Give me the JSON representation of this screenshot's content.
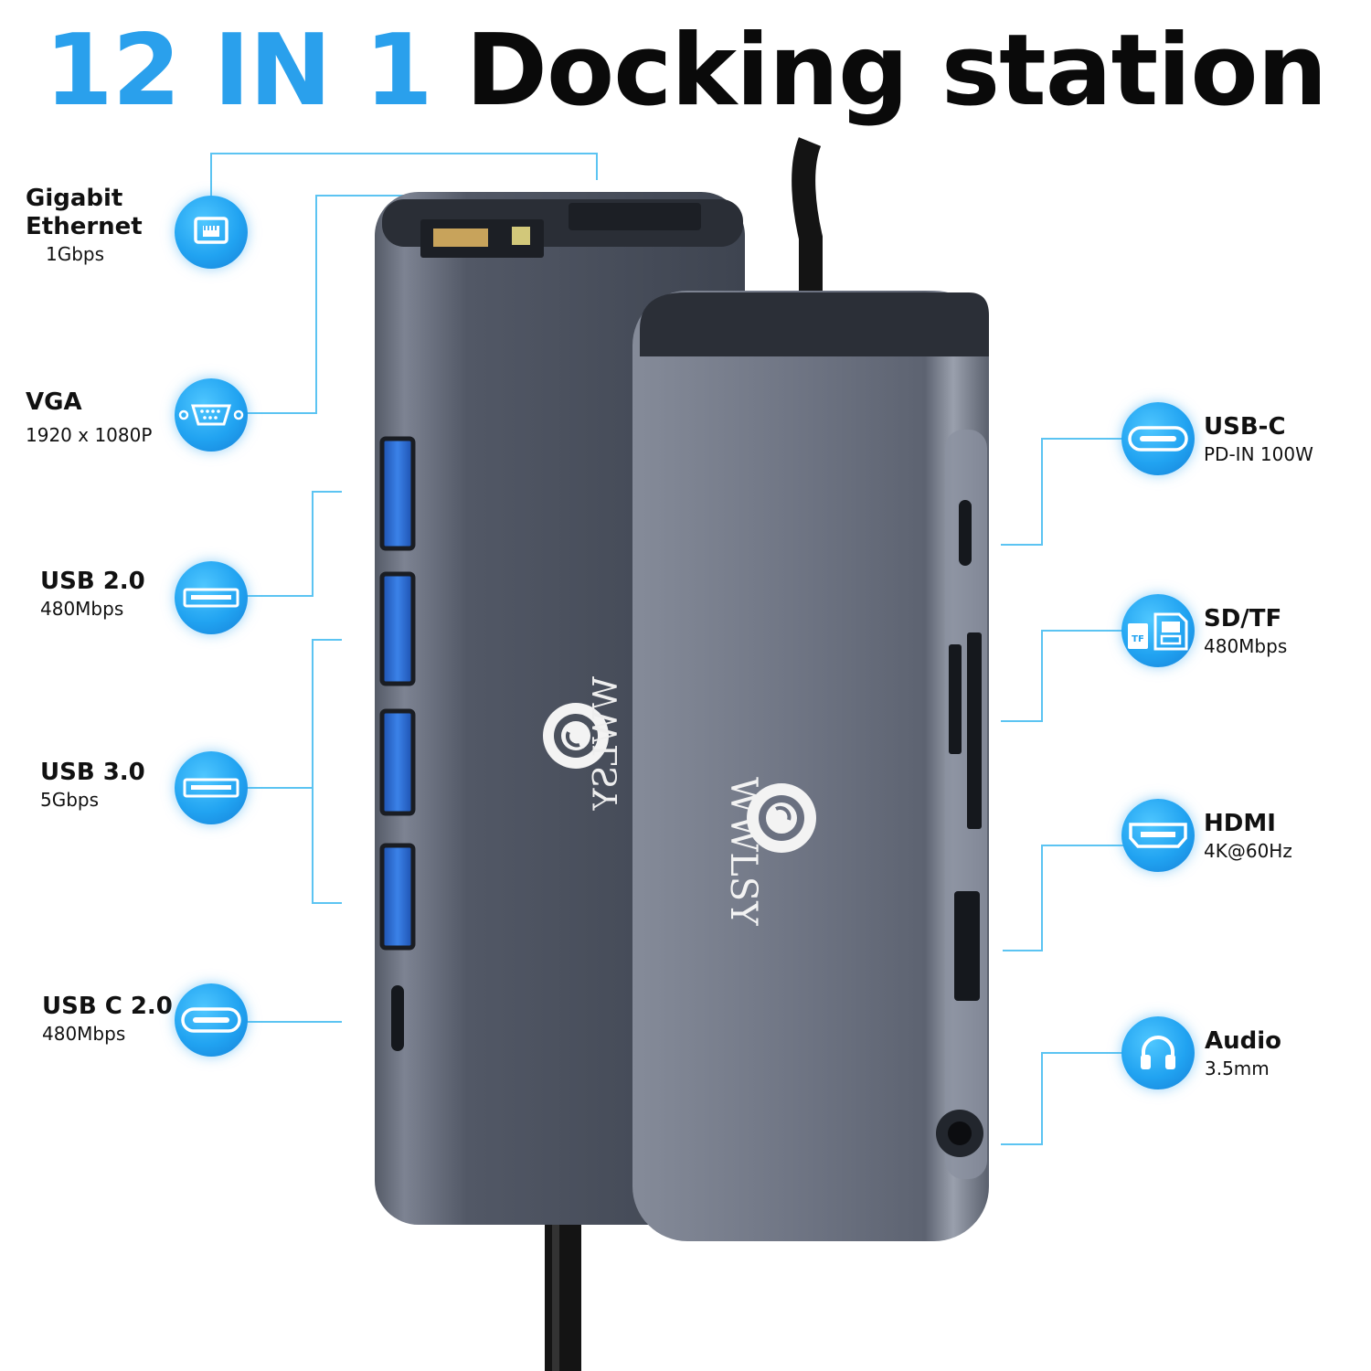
{
  "title": {
    "accent": "12 IN 1",
    "main": "Docking station"
  },
  "brand": "WWLSY",
  "left_features": [
    {
      "id": "ethernet",
      "name_lines": [
        "Gigabit",
        "Ethernet"
      ],
      "spec": "1Gbps",
      "icon": "ethernet-icon"
    },
    {
      "id": "vga",
      "name_lines": [
        "VGA"
      ],
      "spec": "1920 x 1080P",
      "icon": "vga-icon"
    },
    {
      "id": "usb2",
      "name_lines": [
        "USB 2.0"
      ],
      "spec": "480Mbps",
      "icon": "usb-a-icon"
    },
    {
      "id": "usb3",
      "name_lines": [
        "USB 3.0"
      ],
      "spec": "5Gbps",
      "icon": "usb-a-icon"
    },
    {
      "id": "usbc2",
      "name_lines": [
        "USB C 2.0"
      ],
      "spec": "480Mbps",
      "icon": "usb-c-icon"
    }
  ],
  "right_features": [
    {
      "id": "usbc-pd",
      "name": "USB-C",
      "spec": "PD-IN 100W",
      "icon": "usb-c-icon"
    },
    {
      "id": "sdtf",
      "name": "SD/TF",
      "spec": "480Mbps",
      "icon": "sd-tf-card-icon",
      "icon_text": "TF"
    },
    {
      "id": "hdmi",
      "name": "HDMI",
      "spec": "4K@60Hz",
      "icon": "hdmi-icon"
    },
    {
      "id": "audio",
      "name": "Audio",
      "spec": "3.5mm",
      "icon": "headphones-icon"
    }
  ],
  "colors": {
    "accent": "#2aa0ec",
    "device": "#6b7283",
    "device_dark": "#3c424e",
    "line": "#5cc4f2"
  }
}
